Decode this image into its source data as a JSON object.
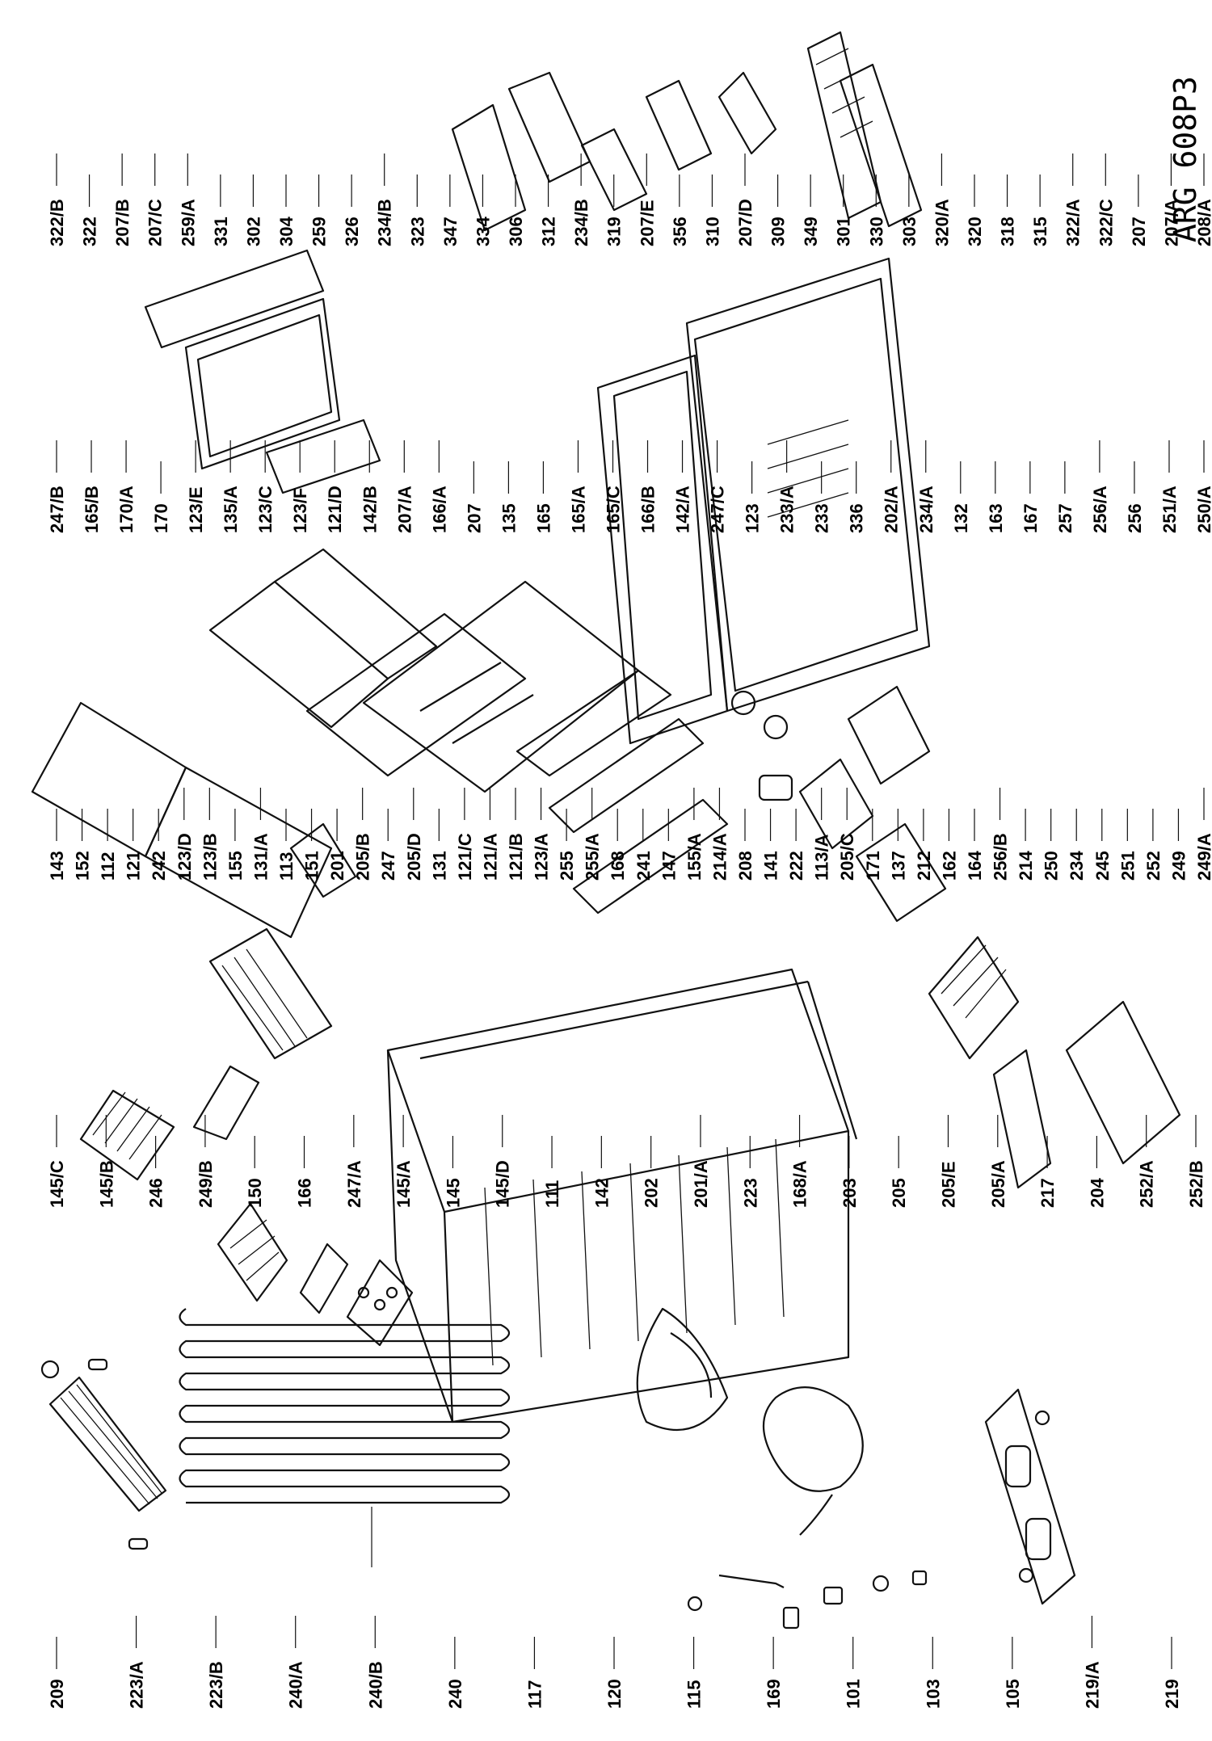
{
  "title": "ARG 608P3",
  "labels": {
    "c1": [
      "209",
      "223/A",
      "223/B",
      "240/A",
      "240/B",
      "240",
      "117",
      "120",
      "115",
      "169",
      "101",
      "103",
      "105",
      "219/A",
      "219"
    ],
    "c2": [
      "145/C",
      "145/B",
      "246",
      "249/B",
      "150",
      "166",
      "247/A",
      "145/A",
      "145",
      "145/D",
      "111",
      "142",
      "202",
      "201/A",
      "223",
      "168/A",
      "203",
      "205",
      "205/E",
      "205/A",
      "217",
      "204",
      "252/A",
      "252/B"
    ],
    "c3": [
      "143",
      "152",
      "112",
      "121",
      "242",
      "123/D",
      "123/B",
      "155",
      "131/A",
      "113",
      "151",
      "201",
      "205/B",
      "247",
      "205/D",
      "131",
      "121/C",
      "121/A",
      "121/B",
      "123/A",
      "255",
      "255/A",
      "168",
      "241",
      "147",
      "155/A",
      "214/A",
      "208",
      "141",
      "222",
      "113/A",
      "205/C",
      "171",
      "137",
      "212",
      "162",
      "164",
      "256/B",
      "214",
      "250",
      "234",
      "245",
      "251",
      "252",
      "249",
      "249/A"
    ],
    "c4": [
      "247/B",
      "165/B",
      "170/A",
      "170",
      "123/E",
      "135/A",
      "123/C",
      "123/F",
      "121/D",
      "142/B",
      "207/A",
      "166/A",
      "207",
      "135",
      "165",
      "165/A",
      "165/C",
      "166/B",
      "142/A",
      "247/C",
      "123",
      "233/A",
      "233",
      "336",
      "202/A",
      "234/A",
      "132",
      "163",
      "167",
      "257",
      "256/A",
      "256",
      "251/A",
      "250/A"
    ],
    "c5": [
      "322/B",
      "322",
      "207/B",
      "207/C",
      "259/A",
      "331",
      "302",
      "304",
      "259",
      "326",
      "234/B",
      "323",
      "347",
      "334",
      "306",
      "312",
      "234/B",
      "319",
      "207/E",
      "356",
      "310",
      "207/D",
      "309",
      "349",
      "301",
      "330",
      "303",
      "320/A",
      "320",
      "318",
      "315",
      "322/A",
      "322/C",
      "207",
      "207/A",
      "208/A"
    ]
  }
}
